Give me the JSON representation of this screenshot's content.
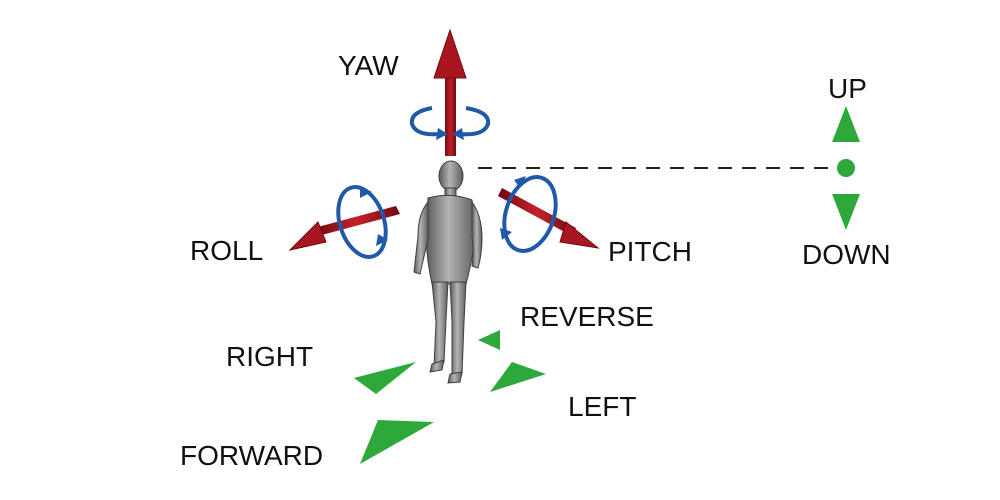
{
  "labels": {
    "yaw": "YAW",
    "roll": "ROLL",
    "pitch": "PITCH",
    "up": "UP",
    "down": "DOWN",
    "reverse": "REVERSE",
    "right": "RIGHT",
    "left": "LEFT",
    "forward": "FORWARD"
  },
  "colors": {
    "rotation_axis": "#a8161f",
    "rotation_arc": "#1f5aa8",
    "translation": "#2ea83a",
    "figure": "#8e8e8e",
    "text": "#111111"
  },
  "icons": {
    "figure": "human-figure-icon",
    "axis_arrow": "red-arrow-icon",
    "rotation": "circular-arrow-icon",
    "direction": "green-triangle-icon"
  }
}
